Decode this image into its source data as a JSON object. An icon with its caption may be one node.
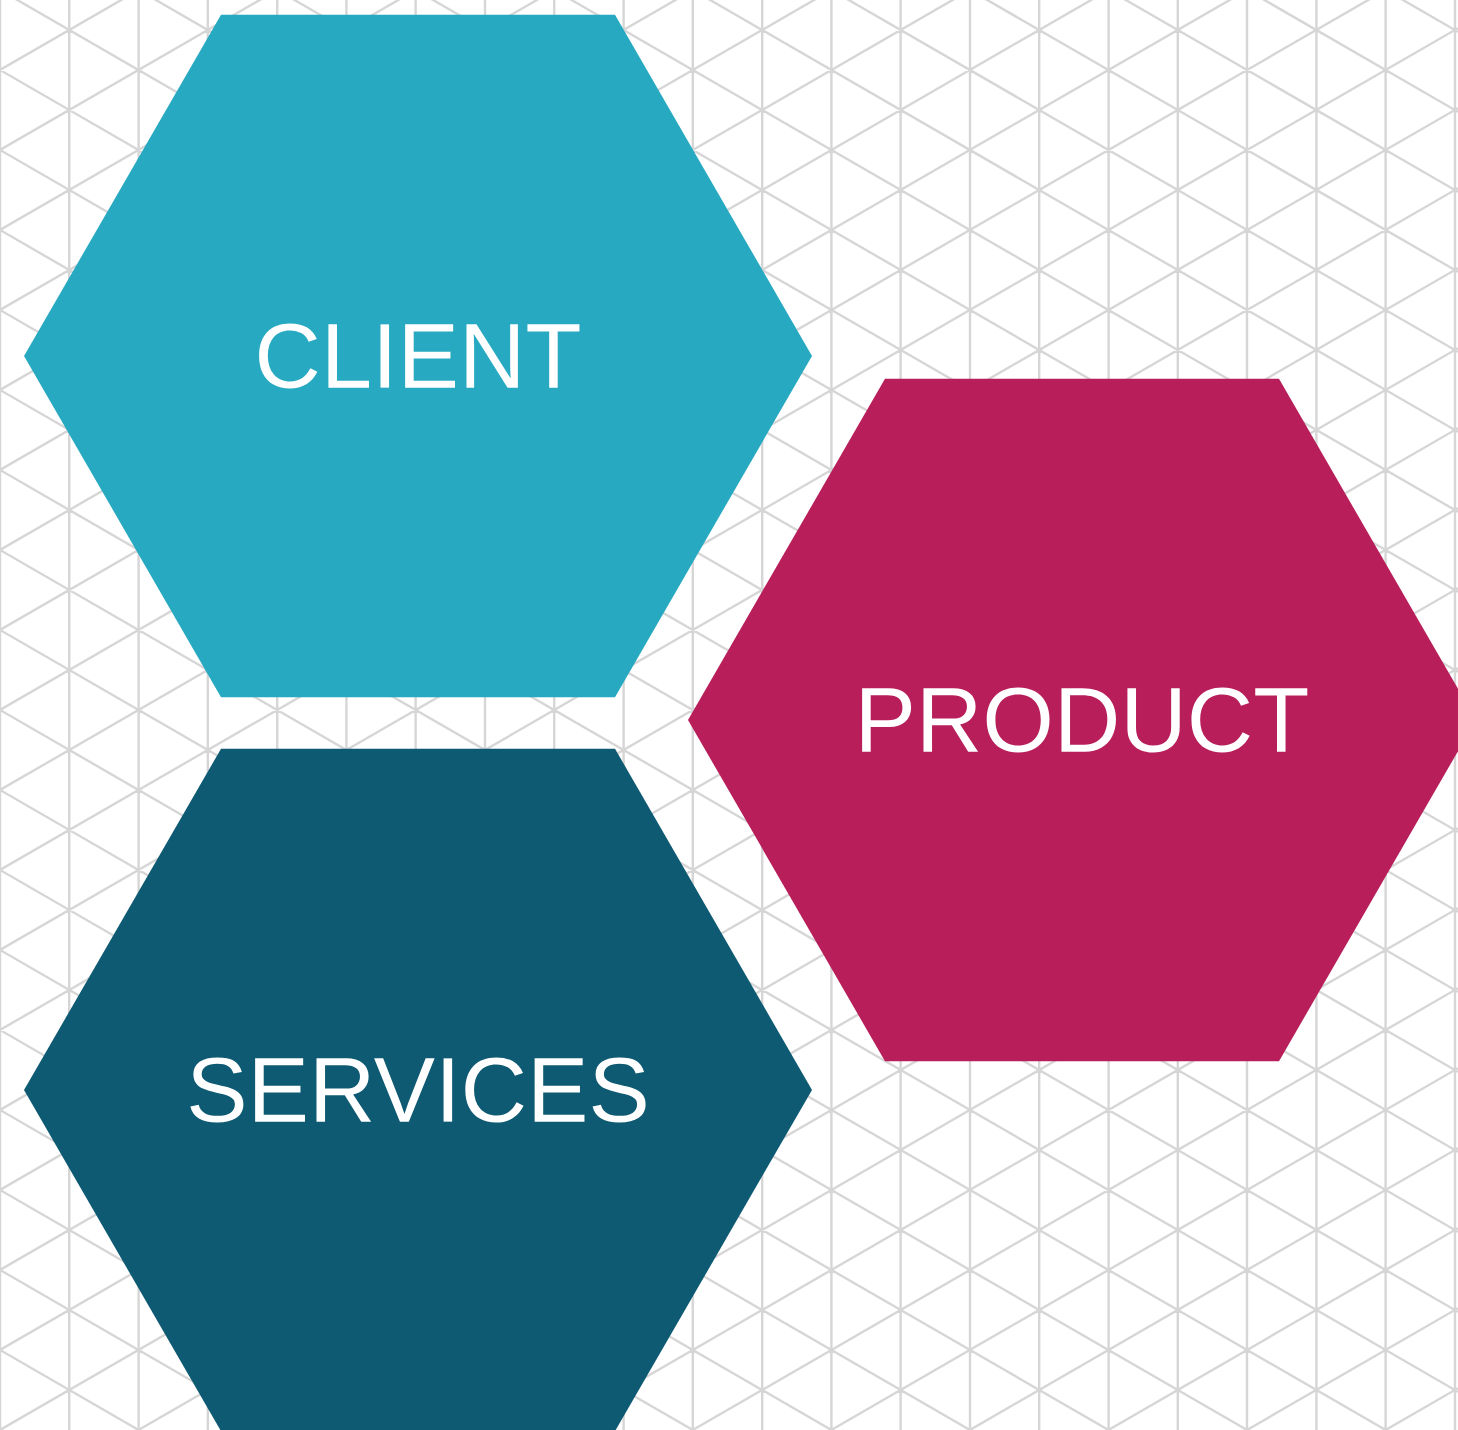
{
  "diagram": {
    "nodes": [
      {
        "text": [
          "CLIENT"
        ]
      },
      {
        "text": [
          "PRODUCT"
        ]
      },
      {
        "text": [
          "SERVICES"
        ]
      }
    ]
  }
}
